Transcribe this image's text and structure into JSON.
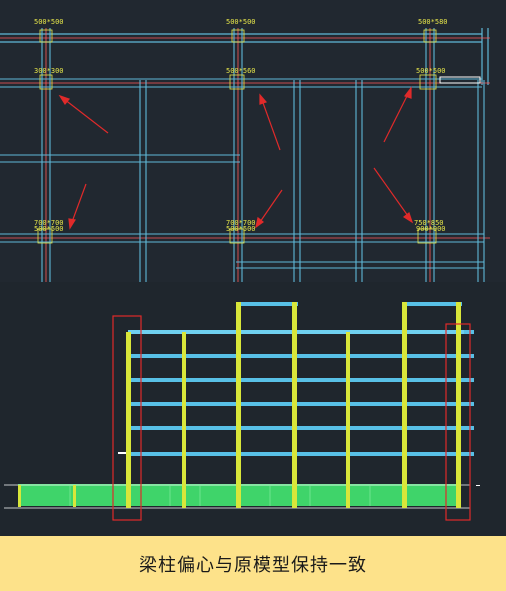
{
  "caption": "梁柱偏心与原模型保持一致",
  "colors": {
    "background": "#212830",
    "plan_axis": "#ff5a5a",
    "plan_beam": "#5fb8d8",
    "plan_label": "#e6e64a",
    "arrow": "#e02a2a",
    "column": "#d8e63a",
    "beam": "#58c0e6",
    "base": "#3fd46a",
    "highlight": "#e02a2a",
    "caption_bg": "#fde28a"
  },
  "plan": {
    "labels": [
      "500*500",
      "500*500",
      "500*580",
      "300*300",
      "500*560",
      "500*500",
      "700*700",
      "500*500",
      "700*700",
      "500*500",
      "750*850",
      "900*900"
    ]
  }
}
